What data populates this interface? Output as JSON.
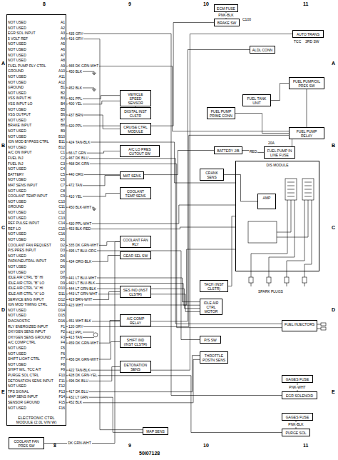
{
  "diagram": {
    "nodes": [
      {
        "text": [
          "ELECTRONIC CTRL MODULE (2.0L VIN W)"
        ]
      },
      {
        "text": [
          "ECM FUSE"
        ]
      },
      {
        "text": [
          "BRAKE SW"
        ]
      },
      {
        "text": [
          "AUTO TRANS"
        ]
      },
      {
        "text": [
          "ALDL CONN"
        ]
      },
      {
        "text": [
          "FUEL PUMP/OIL PRES SW"
        ]
      },
      {
        "text": [
          "FUEL TANK UNIT"
        ]
      },
      {
        "text": [
          "VEHICLE SPEED SENSOR"
        ]
      },
      {
        "text": [
          "DIGITAL INST CLSTR"
        ]
      },
      {
        "text": [
          "CRUISE CTRL MODULE"
        ]
      },
      {
        "text": [
          "FUEL PUMP PRIME CONN"
        ]
      },
      {
        "text": [
          "FUEL PUMP RELAY"
        ]
      },
      {
        "text": [
          "BATTERY J/B"
        ]
      },
      {
        "text": [
          "FUEL PUMP IN LINE FUSE"
        ]
      },
      {
        "text": [
          "A/C LO PRES CUTOUT SW"
        ]
      },
      {
        "text": [
          "DIS MODULE"
        ]
      },
      {
        "text": [
          "AMP"
        ],
        "in": 15
      },
      {
        "text": [
          "CRANK SENS"
        ]
      },
      {
        "text": [
          "MAT SENS"
        ]
      },
      {
        "text": [
          "COOLANT TEMP SENS"
        ]
      },
      {
        "text": [
          "COOLANT FAN RLY"
        ]
      },
      {
        "text": [
          "GEAR SEL SW"
        ]
      },
      {
        "text": [
          "TACH (INST CLSTR)"
        ]
      },
      {
        "text": [
          "SES IND (INST CLSTR)"
        ]
      },
      {
        "text": [
          "IDLE AIR CTRL MOTOR"
        ]
      },
      {
        "text": [
          "A/C COMP RELAY"
        ]
      },
      {
        "text": [
          "FUEL INJECTORS"
        ]
      },
      {
        "text": [
          "P/S SW"
        ]
      },
      {
        "text": [
          "SHIFT IND (INST CLSTR)"
        ]
      },
      {
        "text": [
          "THROTTLE POSTN SENS"
        ]
      },
      {
        "text": [
          "DETONATION SENS"
        ]
      },
      {
        "text": [
          "GAGES FUSE"
        ]
      },
      {
        "text": [
          "EGR SOLENOID"
        ]
      },
      {
        "text": [
          "GAGES FUSE"
        ]
      },
      {
        "text": [
          "PURGE SOL"
        ]
      },
      {
        "text": [
          "MAP SENS"
        ]
      },
      {
        "text": [
          "COOLANT FAN PRES SW"
        ]
      }
    ],
    "edges": [
      {
        "from": 0,
        "to": 32,
        "arrow": "none",
        "label": "435 GRY"
      },
      {
        "from": 0,
        "to": 35,
        "arrow": "none",
        "label": "416 GRY"
      },
      {
        "from": 0,
        "to": 11,
        "arrow": "none",
        "label": "465 DK GRN-WHT"
      },
      {
        "from": 0,
        "to": 7,
        "arrow": "none",
        "label": "401 PPL"
      },
      {
        "from": 0,
        "to": 7,
        "arrow": "none",
        "label": "400 YEL"
      },
      {
        "from": 0,
        "to": 9,
        "arrow": "none",
        "label": "437 BRN"
      },
      {
        "from": 0,
        "to": 2,
        "arrow": "none",
        "label": "420 PPL"
      },
      {
        "from": 0,
        "to": 15,
        "arrow": "none",
        "label": "424 TAN-BLK"
      },
      {
        "from": 0,
        "to": 14,
        "arrow": "none",
        "label": "66 LT GRN"
      },
      {
        "from": 0,
        "to": 26,
        "arrow": "none",
        "label": "467 DK BLU"
      },
      {
        "from": 0,
        "to": 26,
        "arrow": "none",
        "label": "468 DK GRN"
      },
      {
        "from": 0,
        "to": 12,
        "arrow": "none",
        "label": "440 ORG"
      },
      {
        "from": 0,
        "to": 18,
        "arrow": "none",
        "label": "472 TAN"
      },
      {
        "from": 0,
        "to": 19,
        "arrow": "none",
        "label": "410 YEL"
      },
      {
        "from": 0,
        "to": 15,
        "arrow": "none",
        "label": "430 PPL-WHT"
      },
      {
        "from": 0,
        "to": 15,
        "arrow": "none",
        "label": "453 BLK-RED"
      },
      {
        "from": 0,
        "to": 20,
        "arrow": "none",
        "label": "335 DK GRN-WHT"
      },
      {
        "from": 0,
        "to": 27,
        "arrow": "none",
        "label": "495 LT BLU-ORG"
      },
      {
        "from": 0,
        "to": 21,
        "arrow": "none",
        "label": "434 ORG-BLK"
      },
      {
        "from": 0,
        "to": 24,
        "arrow": "none",
        "label": "441 LT BLU-WHT"
      },
      {
        "from": 0,
        "to": 24,
        "arrow": "none",
        "label": "442 LT BLU-BLK"
      },
      {
        "from": 0,
        "to": 24,
        "arrow": "none",
        "label": "444 LT GRN-BLK"
      },
      {
        "from": 0,
        "to": 24,
        "arrow": "none",
        "label": "443 LT GRN-WHT"
      },
      {
        "from": 0,
        "to": 23,
        "arrow": "none",
        "label": "419 BRN-WHT"
      },
      {
        "from": 0,
        "to": 15,
        "arrow": "none",
        "label": "423 WHT"
      },
      {
        "from": 0,
        "to": 4,
        "arrow": "none",
        "label": "451 WHT-BLK"
      },
      {
        "from": 0,
        "to": 11,
        "arrow": "none",
        "label": "120 GRY"
      },
      {
        "from": 0,
        "to": 25,
        "arrow": "none",
        "label": "459 DK GRN-WHT"
      },
      {
        "from": 0,
        "to": 28,
        "arrow": "none",
        "label": "456 DK GRN-WHT"
      },
      {
        "from": 0,
        "to": 3,
        "arrow": "none",
        "label": "422 TAN-BLK"
      },
      {
        "from": 0,
        "to": 34,
        "arrow": "none",
        "label": "428 DK GRN-YEL"
      },
      {
        "from": 0,
        "to": 30,
        "arrow": "none",
        "label": "496 DK BLU"
      },
      {
        "from": 0,
        "to": 29,
        "arrow": "none",
        "label": "417 DK BLU"
      },
      {
        "from": 0,
        "to": 35,
        "arrow": "none",
        "label": "432 LT GRN"
      },
      {
        "from": 0,
        "to": 29,
        "arrow": "none",
        "label": "452 BLK"
      },
      {
        "from": 1,
        "to": 2,
        "arrow": "none",
        "label": "PNK-BLK"
      },
      {
        "from": 7,
        "to": 8,
        "arrow": "none"
      },
      {
        "from": 10,
        "to": 11,
        "arrow": "none"
      },
      {
        "from": 11,
        "to": 5,
        "arrow": "none"
      },
      {
        "from": 12,
        "to": 13,
        "arrow": "none",
        "label": "RED"
      },
      {
        "from": 13,
        "to": 11,
        "arrow": "none"
      },
      {
        "from": 17,
        "to": 16,
        "arrow": "none"
      },
      {
        "from": 22,
        "to": 15,
        "arrow": "none"
      },
      {
        "from": 20,
        "to": 36,
        "arrow": "none",
        "label": "DK GRN-WHT"
      },
      {
        "from": 31,
        "to": 32,
        "arrow": "none",
        "label": "PNK-WHT"
      },
      {
        "from": 33,
        "to": 34,
        "arrow": "none",
        "label": "PNK-BLK"
      },
      {
        "from": 5,
        "to": 6,
        "arrow": "none"
      }
    ],
    "labels": [
      "8",
      "9",
      "10",
      "11",
      "8",
      "9",
      "10",
      "11",
      "A",
      "B",
      "C",
      "D",
      "E",
      "A",
      "B",
      "C",
      "D",
      "E",
      "50I07128",
      "NOT USED",
      "A1",
      "NOT USED",
      "A2",
      "EGR SOL INPUT",
      "A3",
      "5 VOLT REF",
      "A4",
      "NOT USED",
      "A5",
      "NOT USED",
      "A6",
      "NOT USED",
      "A7",
      "NOT USED",
      "A8",
      "FUEL PUMP RLY CTRL",
      "A9",
      "GROUND",
      "A10",
      "NOT USED",
      "A11",
      "NOT USED",
      "A12",
      "GROUND",
      "B1",
      "NOT USED",
      "B2",
      "VSS INPUT HI",
      "B3",
      "VSS INPUT LO",
      "B4",
      "NOT USED",
      "B5",
      "VSS OUTPUT",
      "B6",
      "NOT USED",
      "B7",
      "BRAKE INPUT",
      "B8",
      "NOT USED",
      "B9",
      "NOT USED",
      "B10",
      "IGN MOD BYPASS CTRL",
      "B11",
      "NOT USED",
      "B12",
      "A/C ON INPUT",
      "C1",
      "FUEL INJ",
      "C2",
      "FUEL INJ",
      "C3",
      "NOT USED",
      "C4",
      "BATTERY",
      "C5",
      "NOT USED",
      "C6",
      "MAT SENS INPUT",
      "C7",
      "NOT USED",
      "C8",
      "COOLANT TEMP INPUT",
      "C9",
      "NOT USED",
      "C10",
      "GROUND",
      "C11",
      "NOT USED",
      "C12",
      "NOT USED",
      "C13",
      "REF PULSE INPUT",
      "C14",
      "REF LO",
      "C15",
      "NOT USED",
      "C16",
      "NOT USED",
      "D1",
      "COOLANT FAN REQUEST",
      "D2",
      "P/S PRES INPUT",
      "D3",
      "NOT USED",
      "D4",
      "PARK/NEUTRAL INPUT",
      "D5",
      "NOT USED",
      "D6",
      "NOT USED",
      "D7",
      "IDLE AIR CTRL \"B\" HI",
      "D8",
      "IDLE AIR CTRL \"B\" LO",
      "D9",
      "IDLE AIR CTRL \"A\" HI",
      "D10",
      "IDLE AIR CTRL \"A\" LO",
      "D11",
      "SERVICE ENG INPUT",
      "D12",
      "IGN MOD TIMING CTRL",
      "D13",
      "NOT USED",
      "D14",
      "NOT USED",
      "D15",
      "DIAGNOSTIC",
      "D16",
      "RLY ENERGIZED INPUT",
      "F1",
      "OXYGEN SENS INPUT",
      "F2",
      "OXYGEN SENS GROUND",
      "F3",
      "A/C COMP CTRL",
      "F4",
      "NOT USED",
      "F5",
      "NOT USED",
      "F6",
      "SHIFT LIGHT CTRL",
      "F7",
      "NOT USED",
      "F8",
      "SHIFT W/L, TCC A/T",
      "F9",
      "PURGE SOL CTRL",
      "F10",
      "DETONATION SENS INPUT",
      "F11",
      "NOT USED",
      "F12",
      "TPS SIGNAL",
      "F13",
      "MAP SENS INPUT",
      "F14",
      "SENSOR GROUND",
      "F15",
      "NOT USED",
      "F16",
      "450 BLK",
      "452 BLK",
      "450 BLK-WHT",
      "412 PPL",
      "413 TAN",
      "C100",
      "SPARK PLUGS",
      "20A",
      "TCC",
      "3RD SW"
    ]
  }
}
